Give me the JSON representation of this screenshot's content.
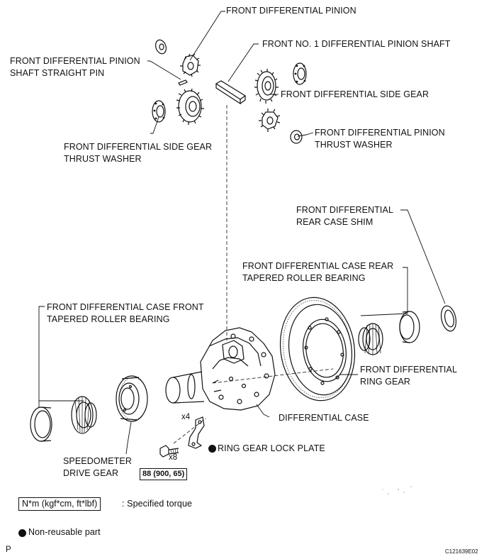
{
  "labels": {
    "pinion": "FRONT DIFFERENTIAL PINION",
    "pinion_shaft_pin": "FRONT DIFFERENTIAL PINION\nSHAFT STRAIGHT PIN",
    "pinion_shaft": "FRONT NO. 1 DIFFERENTIAL PINION SHAFT",
    "side_gear": "FRONT DIFFERENTIAL SIDE GEAR",
    "side_gear_washer": "FRONT DIFFERENTIAL SIDE GEAR\nTHRUST WASHER",
    "pinion_washer": "FRONT DIFFERENTIAL PINION\nTHRUST WASHER",
    "rear_case_shim": "FRONT DIFFERENTIAL\nREAR CASE SHIM",
    "rear_bearing": "FRONT DIFFERENTIAL CASE REAR\nTAPERED ROLLER BEARING",
    "front_bearing": "FRONT DIFFERENTIAL CASE FRONT\nTAPERED ROLLER BEARING",
    "ring_gear": "FRONT DIFFERENTIAL\nRING GEAR",
    "diff_case": "DIFFERENTIAL CASE",
    "speedo_gear": "SPEEDOMETER\nDRIVE GEAR",
    "lock_plate": "RING GEAR LOCK PLATE",
    "qty_plate": "x4",
    "qty_bolt": "x8"
  },
  "torque": "88 (900, 65)",
  "legend": {
    "torque_unit": "N*m (kgf*cm, ft*lbf)",
    "torque_desc": ": Specified torque",
    "non_reusable": "Non-reusable part"
  },
  "footer": {
    "page_mark": "P",
    "figure_id": "C121639E02"
  }
}
